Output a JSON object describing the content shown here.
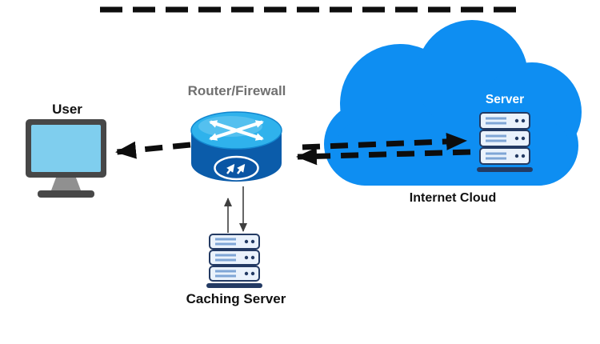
{
  "labels": {
    "user": "User",
    "router_firewall": "Router/Firewall",
    "server": "Server",
    "internet_cloud": "Internet Cloud",
    "caching_server": "Caching Server"
  },
  "colors": {
    "cloud_blue": "#0e8ef2",
    "router_top": "#2fb2ec",
    "router_top_edge": "#1286cf",
    "router_body": "#0b5caa",
    "badge_fill": "#0a55a4",
    "monitor_frame": "#474747",
    "monitor_screen": "#7fceee",
    "monitor_stand": "#909090",
    "server_outline": "#233a63",
    "server_fill": "#eaf2fc",
    "server_stripe": "#7fa6d6",
    "arrow_black": "#0d0d0d",
    "thin_arrow": "#3f3f3f",
    "label_gray": "#707070",
    "label_black": "#111111",
    "white": "#ffffff"
  }
}
